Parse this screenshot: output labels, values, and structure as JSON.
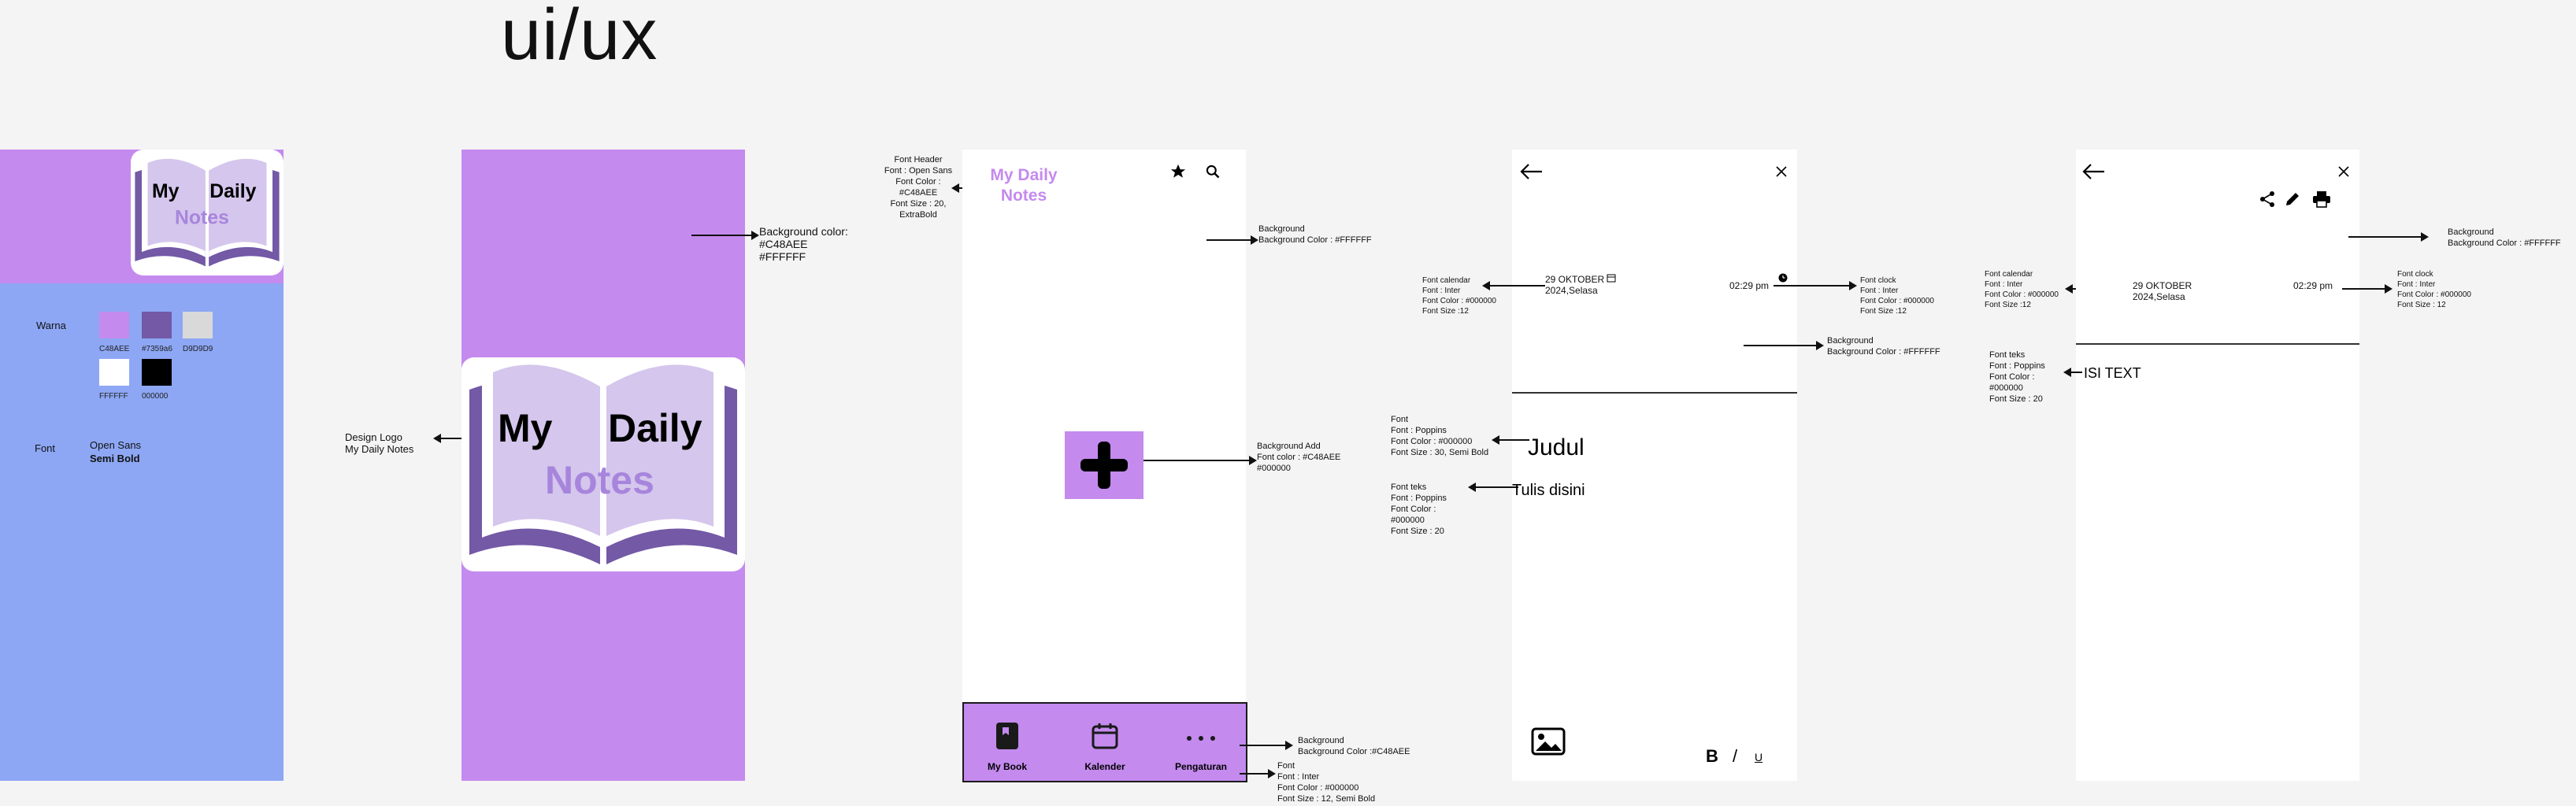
{
  "page": {
    "title": "ui/ux"
  },
  "logo": {
    "word1": "My",
    "word2": "Daily",
    "word3": "Notes"
  },
  "style_guide": {
    "color_label": "Warna",
    "swatches": [
      {
        "hex": "#C48AEE",
        "label": "C48AEE"
      },
      {
        "hex": "#7359a6",
        "label": "#7359a6"
      },
      {
        "hex": "#D9D9D9",
        "label": "D9D9D9"
      },
      {
        "hex": "#FFFFFF",
        "label": "FFFFFF"
      },
      {
        "hex": "#000000",
        "label": "000000"
      }
    ],
    "font_label": "Font",
    "font_name": "Open Sans",
    "font_weight": "Semi Bold"
  },
  "splash_notes": {
    "design_logo": "Design Logo\nMy Daily Notes",
    "background": "Background color:\n#C48AEE\n#FFFFFF"
  },
  "home": {
    "header_title": "My Daily Notes",
    "header_note": "Font Header\nFont : Open Sans\nFont Color :\n#C48AEE\nFont Size : 20,\nExtraBold",
    "bg_note": "Background\nBackground Color : #FFFFFF",
    "add_note": "Background Add\nFont color : #C48AEE\n#000000",
    "nav_items": [
      "My Book",
      "Kalender",
      "Pengaturan"
    ],
    "nav_bg_note": "Background\nBackground Color :#C48AEE",
    "nav_font_note": "Font\nFont : Inter\nFont Color : #000000\nFont Size : 12, Semi Bold"
  },
  "editor": {
    "date": "29 OKTOBER\n2024,Selasa",
    "time": "02:29 pm",
    "title_placeholder": "Judul",
    "body_placeholder": "Tulis disini",
    "calendar_note": "Font calendar\nFont : Inter\nFont Color : #000000\nFont Size :12",
    "clock_note": "Font clock\nFont : Inter\nFont Color : #000000\nFont Size :12",
    "bg_note": "Background\nBackground Color : #FFFFFF",
    "title_note": "Font\nFont : Poppins\nFont Color : #000000\nFont Size : 30, Semi Bold",
    "text_note": "Font teks\nFont : Poppins\nFont Color :\n#000000\nFont Size : 20",
    "format_bold": "B",
    "format_italic": "/",
    "format_underline": "U"
  },
  "viewer": {
    "date": "29 OKTOBER\n2024,Selasa",
    "time": "02:29 pm",
    "content": "ISI TEXT",
    "calendar_note": "Font calendar\nFont : Inter\nFont Color : #000000\nFont Size :12",
    "clock_note": "Font clock\nFont : Inter\nFont Color : #000000\nFont Size : 12",
    "text_note": "Font teks\nFont : Poppins\nFont Color :\n#000000\nFont Size : 20",
    "bg_note": "Background\nBackground Color : #FFFFFF"
  }
}
